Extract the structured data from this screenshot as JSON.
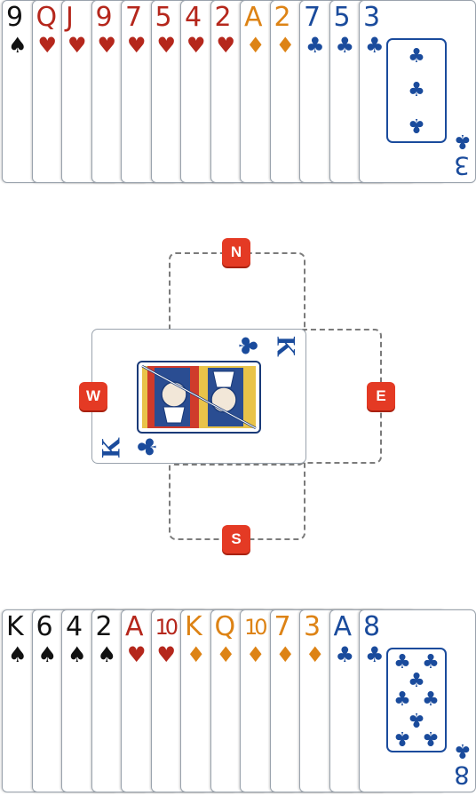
{
  "colors": {
    "spades": "#111111",
    "hearts": "#b5271c",
    "diamonds": "#dd8315",
    "clubs": "#1a4b9c",
    "seat_badge": "#e43a24"
  },
  "north_hand": [
    {
      "rank": "9",
      "suit": "spades",
      "symbol": "♠"
    },
    {
      "rank": "Q",
      "suit": "hearts",
      "symbol": "♥"
    },
    {
      "rank": "J",
      "suit": "hearts",
      "symbol": "♥"
    },
    {
      "rank": "9",
      "suit": "hearts",
      "symbol": "♥"
    },
    {
      "rank": "7",
      "suit": "hearts",
      "symbol": "♥"
    },
    {
      "rank": "5",
      "suit": "hearts",
      "symbol": "♥"
    },
    {
      "rank": "4",
      "suit": "hearts",
      "symbol": "♥"
    },
    {
      "rank": "2",
      "suit": "hearts",
      "symbol": "♥"
    },
    {
      "rank": "A",
      "suit": "diamonds",
      "symbol": "♦"
    },
    {
      "rank": "2",
      "suit": "diamonds",
      "symbol": "♦"
    },
    {
      "rank": "7",
      "suit": "clubs",
      "symbol": "♣"
    },
    {
      "rank": "5",
      "suit": "clubs",
      "symbol": "♣"
    },
    {
      "rank": "3",
      "suit": "clubs",
      "symbol": "♣"
    }
  ],
  "south_hand": [
    {
      "rank": "K",
      "suit": "spades",
      "symbol": "♠"
    },
    {
      "rank": "6",
      "suit": "spades",
      "symbol": "♠"
    },
    {
      "rank": "4",
      "suit": "spades",
      "symbol": "♠"
    },
    {
      "rank": "2",
      "suit": "spades",
      "symbol": "♠"
    },
    {
      "rank": "A",
      "suit": "hearts",
      "symbol": "♥"
    },
    {
      "rank": "10",
      "suit": "hearts",
      "symbol": "♥"
    },
    {
      "rank": "K",
      "suit": "diamonds",
      "symbol": "♦"
    },
    {
      "rank": "Q",
      "suit": "diamonds",
      "symbol": "♦"
    },
    {
      "rank": "10",
      "suit": "diamonds",
      "symbol": "♦"
    },
    {
      "rank": "7",
      "suit": "diamonds",
      "symbol": "♦"
    },
    {
      "rank": "3",
      "suit": "diamonds",
      "symbol": "♦"
    },
    {
      "rank": "A",
      "suit": "clubs",
      "symbol": "♣"
    },
    {
      "rank": "8",
      "suit": "clubs",
      "symbol": "♣"
    }
  ],
  "table": {
    "seats": {
      "north": "N",
      "east": "E",
      "south": "S",
      "west": "W"
    },
    "played_card": {
      "seat": "west",
      "rank": "K",
      "suit": "clubs",
      "symbol": "♣"
    }
  }
}
